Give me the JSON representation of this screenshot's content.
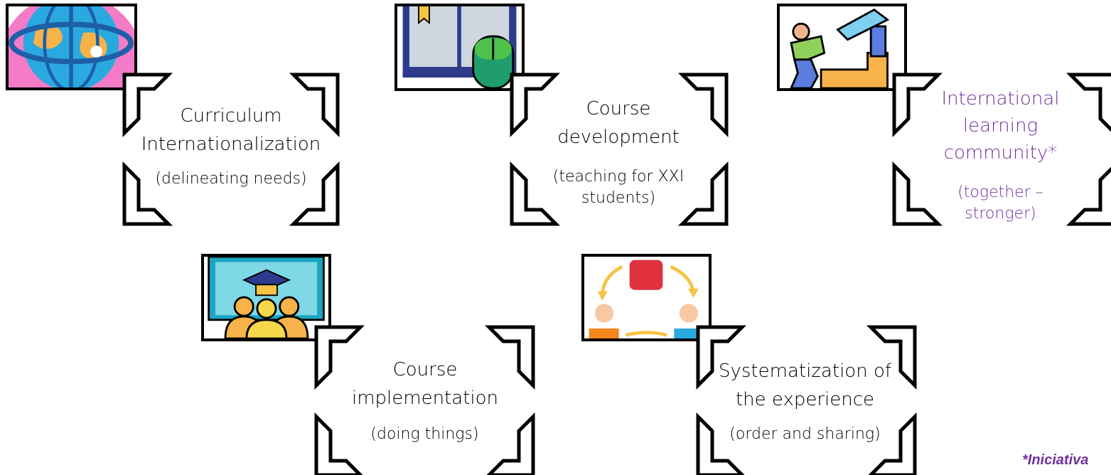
{
  "steps": [
    {
      "title": "Curriculum Internationalization",
      "subtitle": "(delineating needs)",
      "icon": "globe-icon"
    },
    {
      "title": "Course development",
      "subtitle": "(teaching for XXI students)",
      "icon": "book-mouse-icon"
    },
    {
      "title": "International learning community*",
      "subtitle": "(together – stronger)",
      "icon": "helping-hand-icon",
      "color": "#7030a0"
    },
    {
      "title": "Course implementation",
      "subtitle": "(doing things)",
      "icon": "graduation-class-icon"
    },
    {
      "title": "Systematization of the experience",
      "subtitle": "(order and sharing)",
      "icon": "team-cycle-icon"
    }
  ],
  "footnote": "*Iniciativa",
  "colors": {
    "purple": "#7030a0",
    "black": "#000000"
  }
}
